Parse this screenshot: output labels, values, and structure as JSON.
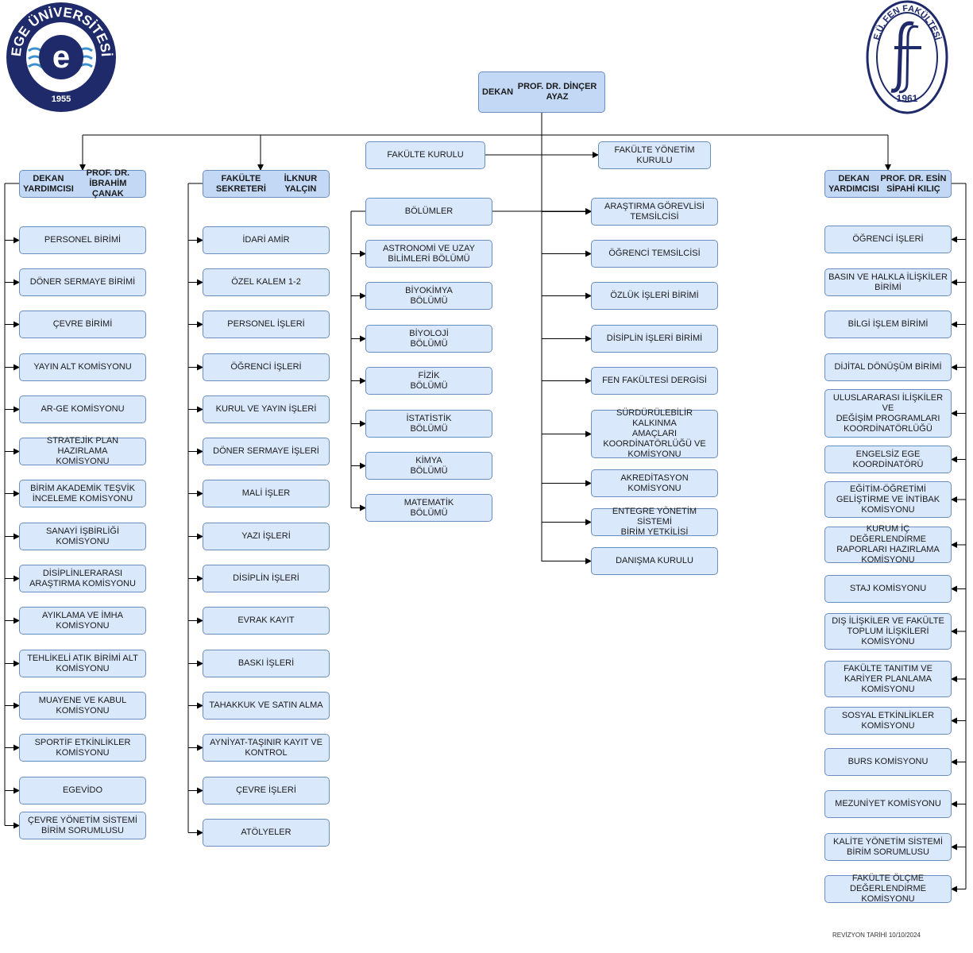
{
  "logos": {
    "left": {
      "top_text": "EGE ÜNİVERSİTESİ",
      "year": "1955"
    },
    "right": {
      "top_text": "E.Ü. FEN FAKÜLTESİ",
      "year": "1961"
    }
  },
  "dean": {
    "title": "DEKAN",
    "name": "PROF. DR. DİNÇER AYAZ"
  },
  "councils": {
    "faculty_council": "FAKÜLTE KURULU",
    "faculty_board": "FAKÜLTE YÖNETİM\nKURULU"
  },
  "left_deputy": {
    "title": "DEKAN YARDIMCISI",
    "name": "PROF. DR.  İBRAHİM ÇANAK"
  },
  "secretary": {
    "title": "FAKÜLTE SEKRETERİ",
    "name": "İLKNUR YALÇIN"
  },
  "right_deputy": {
    "title": "DEKAN YARDIMCISI",
    "name": "PROF. DR. ESİN SİPAHİ KILIÇ"
  },
  "left_items": [
    "PERSONEL BİRİMİ",
    "DÖNER SERMAYE BİRİMİ",
    "ÇEVRE BİRİMİ",
    "YAYIN ALT KOMİSYONU",
    "AR-GE KOMİSYONU",
    "STRATEJİK PLAN HAZIRLAMA\nKOMİSYONU",
    "BİRİM AKADEMİK TEŞVİK\nİNCELEME KOMİSYONU",
    "SANAYİ İŞBİRLİĞİ\nKOMİSYONU",
    "DİSİPLİNLERARASI\nARAŞTIRMA KOMİSYONU",
    "AYIKLAMA VE İMHA\nKOMİSYONU",
    "TEHLİKELİ ATIK BİRİMİ ALT\nKOMİSYONU",
    "MUAYENE VE KABUL\nKOMİSYONU",
    "SPORTİF ETKİNLİKLER\nKOMİSYONU",
    "EGEVİDO",
    "ÇEVRE YÖNETİM SİSTEMİ\nBİRİM SORUMLUSU"
  ],
  "secretary_items": [
    "İDARİ AMİR",
    "ÖZEL KALEM 1-2",
    "PERSONEL İŞLERİ",
    "ÖĞRENCİ İŞLERİ",
    "KURUL VE YAYIN İŞLERİ",
    "DÖNER SERMAYE İŞLERİ",
    "MALİ İŞLER",
    "YAZI İŞLERİ",
    "DİSİPLİN İŞLERİ",
    "EVRAK KAYIT",
    "BASKI İŞLERİ",
    "TAHAKKUK VE SATIN ALMA",
    "AYNİYAT-TAŞINIR KAYIT VE\nKONTROL",
    "ÇEVRE İŞLERİ",
    "ATÖLYELER"
  ],
  "departments_label": "BÖLÜMLER",
  "departments": [
    "ASTRONOMİ VE UZAY\nBİLİMLERİ BÖLÜMÜ",
    "BİYOKİMYA\nBÖLÜMÜ",
    "BİYOLOJİ\nBÖLÜMÜ",
    "FİZİK\nBÖLÜMÜ",
    "İSTATİSTİK\nBÖLÜMÜ",
    "KİMYA\nBÖLÜMÜ",
    "MATEMATİK\nBÖLÜMÜ"
  ],
  "center_right_items": [
    "ARAŞTIRMA GÖREVLİSİ\nTEMSİLCİSİ",
    "ÖĞRENCİ TEMSİLCİSİ",
    "ÖZLÜK İŞLERİ BİRİMİ",
    "DİSİPLİN İŞLERİ BİRİMİ",
    "FEN FAKÜLTESİ DERGİSİ",
    "SÜRDÜRÜLEBİLİR KALKINMA\nAMAÇLARI\nKOORDİNATÖRLÜĞÜ VE\nKOMİSYONU",
    "AKREDİTASYON KOMİSYONU",
    "ENTEGRE YÖNETİM SİSTEMİ\nBİRİM YETKİLİSİ",
    "DANIŞMA KURULU"
  ],
  "right_items": [
    "ÖĞRENCİ İŞLERİ",
    "BASIN VE HALKLA İLİŞKİLER\nBİRİMİ",
    "BİLGİ İŞLEM BİRİMİ",
    "DİJİTAL DÖNÜŞÜM BİRİMİ",
    "ULUSLARARASI İLİŞKİLER VE\nDEĞİŞİM PROGRAMLARI\nKOORDİNATÖRLÜĞÜ",
    "ENGELSİZ EGE\nKOORDİNATÖRÜ",
    "EĞİTİM-ÖĞRETİMİ\nGELİŞTİRME VE İNTİBAK\nKOMİSYONU",
    "KURUM İÇ DEĞERLENDİRME\nRAPORLARI HAZIRLAMA\nKOMİSYONU",
    "STAJ KOMİSYONU",
    "DIŞ İLİŞKİLER VE FAKÜLTE\nTOPLUM İLİŞKİLERİ\nKOMİSYONU",
    "FAKÜLTE TANITIM VE\nKARİYER PLANLAMA\nKOMİSYONU",
    "SOSYAL ETKİNLİKLER\nKOMİSYONU",
    "BURS KOMİSYONU",
    "MEZUNİYET KOMİSYONU",
    "KALİTE YÖNETİM SİSTEMİ\nBİRİM SORUMLUSU",
    "FAKÜLTE ÖLÇME\nDEĞERLENDİRME KOMİSYONU"
  ],
  "revision": "REVİZYON TARİHİ 10/10/2024",
  "colors": {
    "box_fill": "#dae8fc",
    "head_fill": "#c2d8f5",
    "border": "#6c8ebf",
    "logo_navy": "#1f2a6b"
  }
}
